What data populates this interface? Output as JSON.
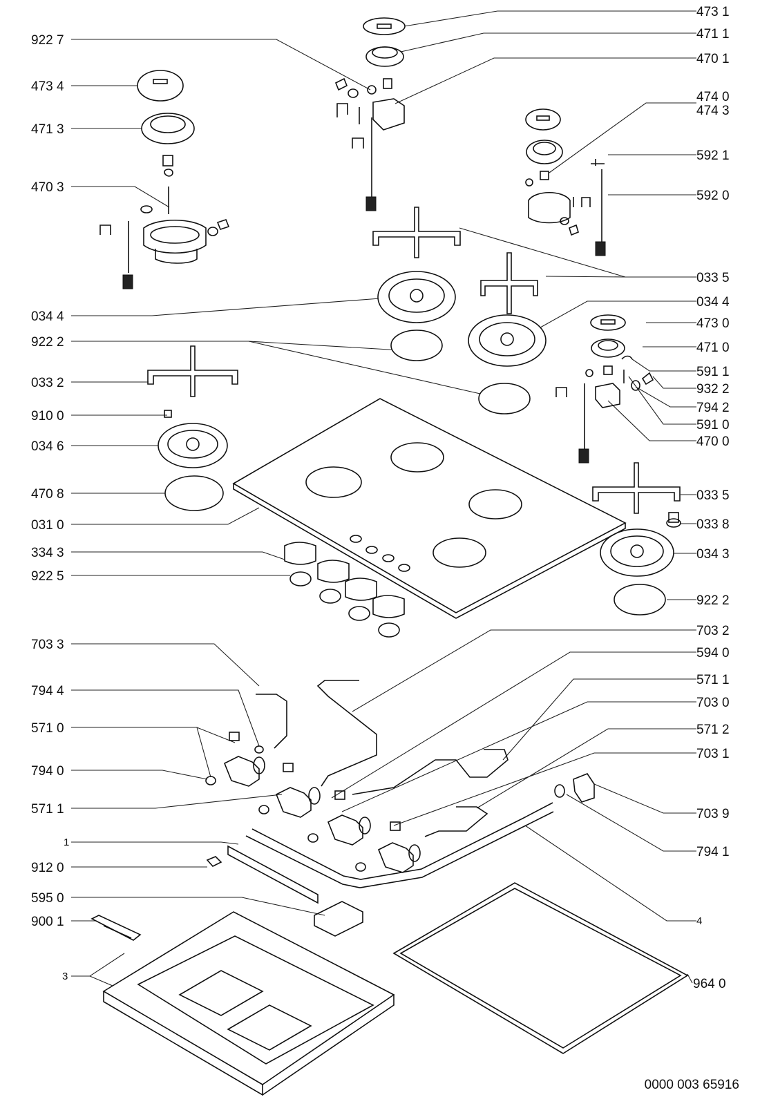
{
  "drawing_number": "0000 003 65916",
  "labels_left": [
    {
      "id": "L9227",
      "text": "922 7"
    },
    {
      "id": "L4734",
      "text": "473 4"
    },
    {
      "id": "L4713",
      "text": "471 3"
    },
    {
      "id": "L4703",
      "text": "470 3"
    },
    {
      "id": "L0344a",
      "text": "034 4"
    },
    {
      "id": "L9222a",
      "text": "922 2"
    },
    {
      "id": "L0332",
      "text": "033 2"
    },
    {
      "id": "L9100",
      "text": "910 0"
    },
    {
      "id": "L0346",
      "text": "034 6"
    },
    {
      "id": "L4708",
      "text": "470 8"
    },
    {
      "id": "L0310",
      "text": "031 0"
    },
    {
      "id": "L3343",
      "text": "334 3"
    },
    {
      "id": "L9225",
      "text": "922 5"
    },
    {
      "id": "L7033",
      "text": "703 3"
    },
    {
      "id": "L7944",
      "text": "794 4"
    },
    {
      "id": "L5710",
      "text": "571 0"
    },
    {
      "id": "L7940",
      "text": "794 0"
    },
    {
      "id": "L5711a",
      "text": "571 1"
    },
    {
      "id": "L1",
      "text": "1"
    },
    {
      "id": "L9120",
      "text": "912 0"
    },
    {
      "id": "L5950",
      "text": "595 0"
    },
    {
      "id": "L9001",
      "text": "900 1"
    },
    {
      "id": "L3",
      "text": "3"
    }
  ],
  "labels_right": [
    {
      "id": "R4731",
      "text": "473 1"
    },
    {
      "id": "R4711",
      "text": "471 1"
    },
    {
      "id": "R4701",
      "text": "470 1"
    },
    {
      "id": "R4740",
      "text": "474 0"
    },
    {
      "id": "R4743",
      "text": "474 3"
    },
    {
      "id": "R5921",
      "text": "592 1"
    },
    {
      "id": "R5920",
      "text": "592 0"
    },
    {
      "id": "R0335a",
      "text": "033 5"
    },
    {
      "id": "R0344b",
      "text": "034 4"
    },
    {
      "id": "R4730",
      "text": "473 0"
    },
    {
      "id": "R4710",
      "text": "471 0"
    },
    {
      "id": "R5911",
      "text": "591 1"
    },
    {
      "id": "R9322",
      "text": "932 2"
    },
    {
      "id": "R7942",
      "text": "794 2"
    },
    {
      "id": "R5910",
      "text": "591 0"
    },
    {
      "id": "R4700",
      "text": "470 0"
    },
    {
      "id": "R0335b",
      "text": "033 5"
    },
    {
      "id": "R0338",
      "text": "033 8"
    },
    {
      "id": "R0343",
      "text": "034 3"
    },
    {
      "id": "R9222b",
      "text": "922 2"
    },
    {
      "id": "R7032",
      "text": "703 2"
    },
    {
      "id": "R5940",
      "text": "594 0"
    },
    {
      "id": "R5711b",
      "text": "571 1"
    },
    {
      "id": "R7030",
      "text": "703 0"
    },
    {
      "id": "R5712",
      "text": "571 2"
    },
    {
      "id": "R7031",
      "text": "703 1"
    },
    {
      "id": "R7039",
      "text": "703 9"
    },
    {
      "id": "R7941",
      "text": "794 1"
    },
    {
      "id": "R4",
      "text": "4"
    },
    {
      "id": "R9640",
      "text": "964 0"
    }
  ]
}
